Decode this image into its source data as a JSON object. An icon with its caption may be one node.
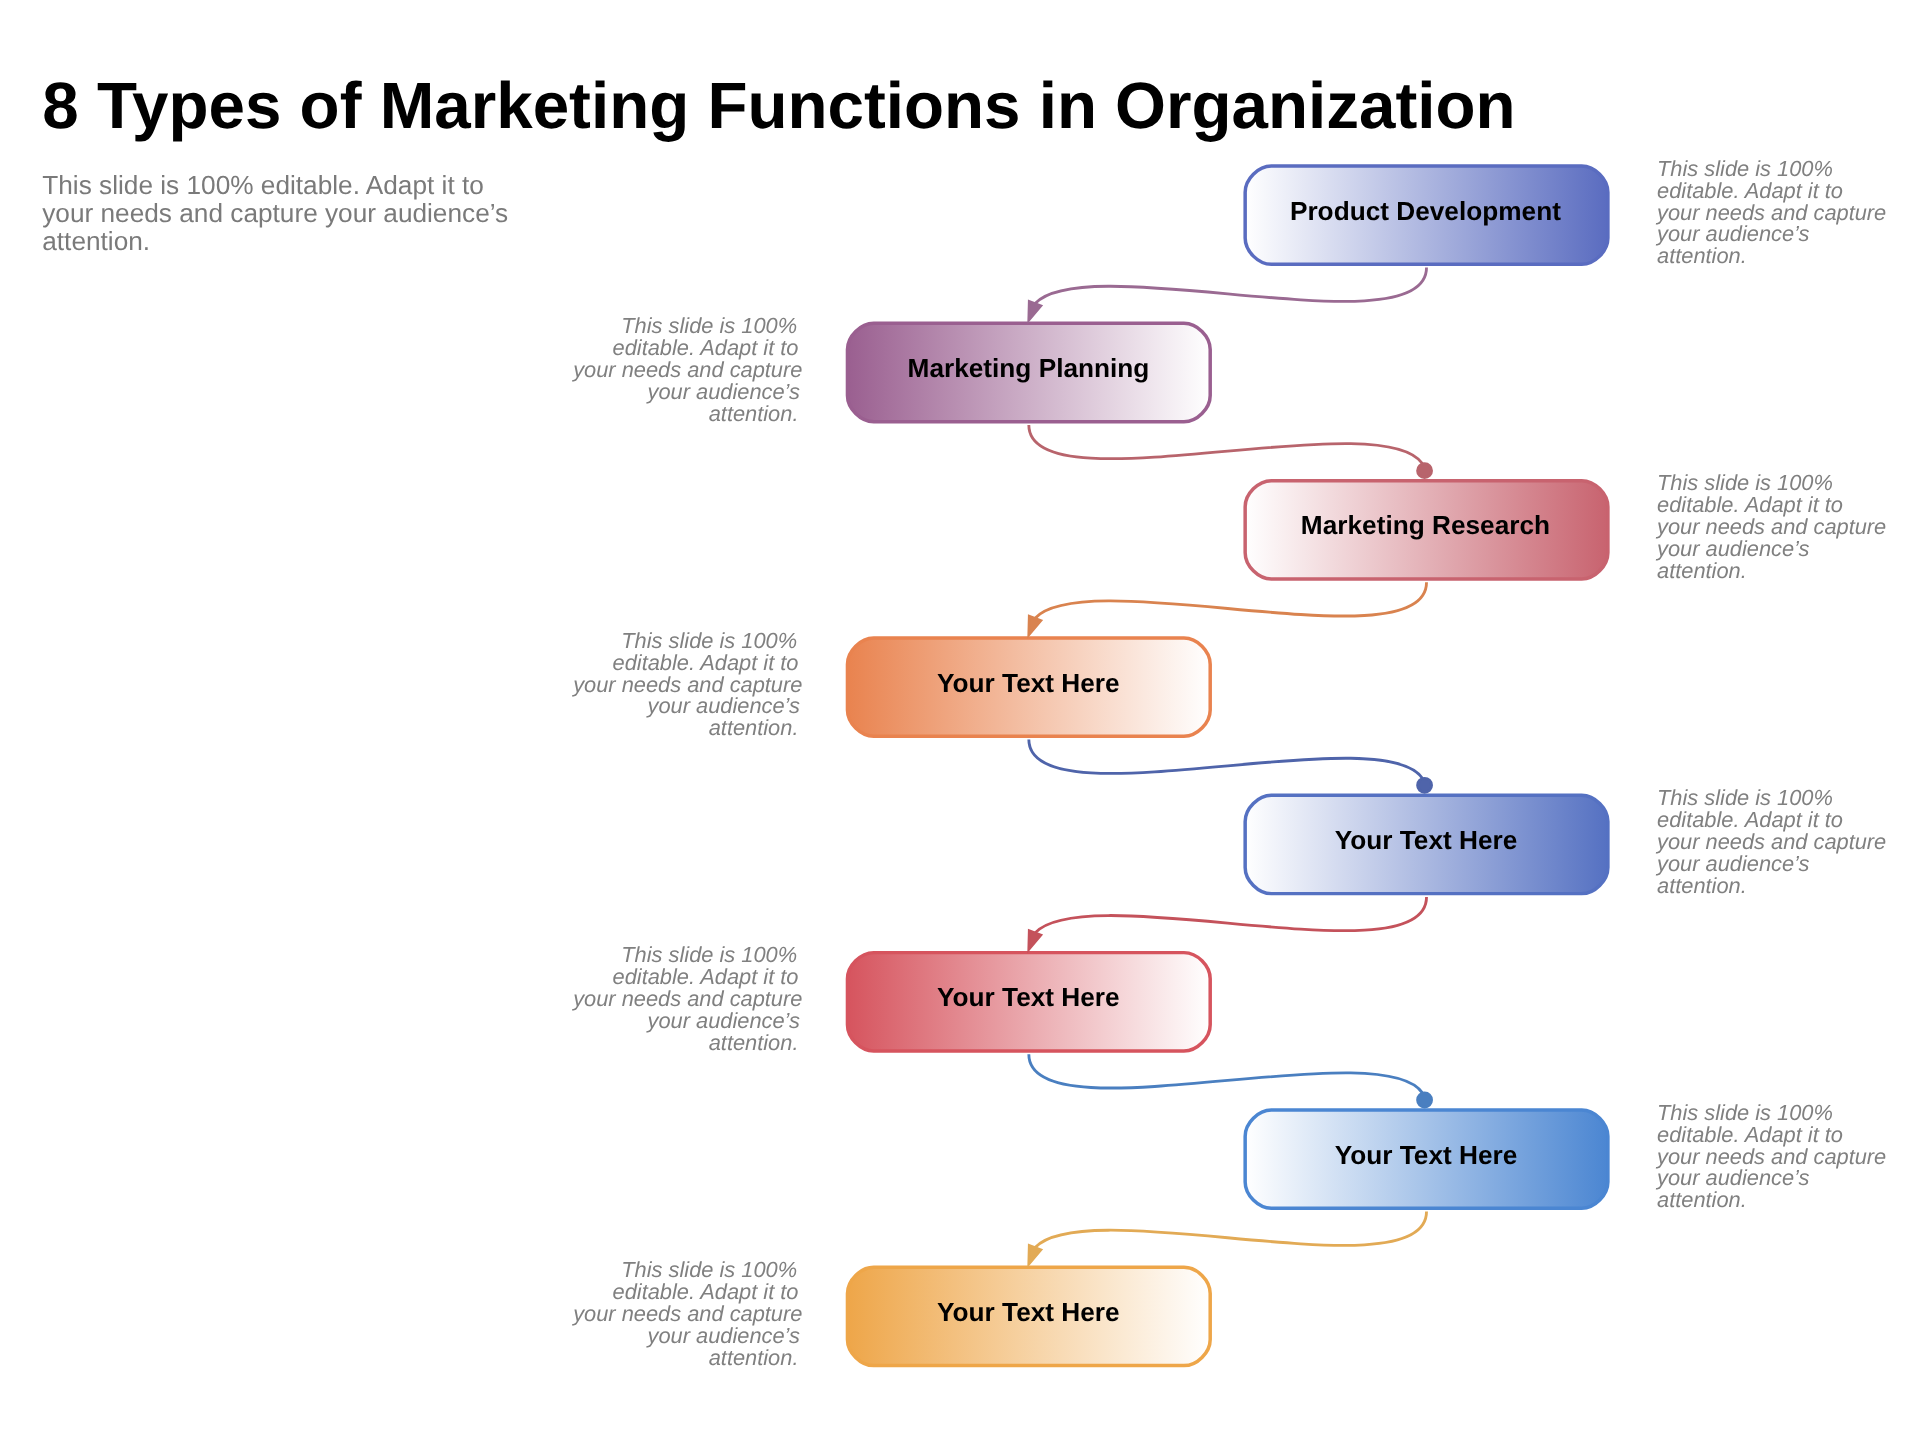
{
  "diagram": {
    "title": "8 Types of Marketing Functions in Organization",
    "nodes": [
      {
        "text": [
          "Product Development"
        ],
        "beside": [
          "This slide is 100% editable. Adapt it to your needs and capture your audience’s attention."
        ]
      },
      {
        "text": [
          "Marketing Planning"
        ],
        "beside": [
          "This slide is 100% editable. Adapt it to your needs and capture your audience’s attention."
        ]
      },
      {
        "text": [
          "Marketing Research"
        ],
        "beside": [
          "This slide is 100% editable. Adapt it to your needs and capture your audience’s attention."
        ]
      },
      {
        "text": [
          "Your Text Here"
        ],
        "beside": [
          "This slide is 100% editable. Adapt it to your needs and capture your audience’s attention."
        ]
      },
      {
        "text": [
          "Your Text Here"
        ],
        "beside": [
          "This slide is 100% editable. Adapt it to your needs and capture your audience’s attention."
        ]
      },
      {
        "text": [
          "Your Text Here"
        ],
        "beside": [
          "This slide is 100% editable. Adapt it to your needs and capture your audience’s attention."
        ]
      },
      {
        "text": [
          "Your Text Here"
        ],
        "beside": [
          "This slide is 100% editable. Adapt it to your needs and capture your audience’s attention."
        ]
      },
      {
        "text": [
          "Your Text Here"
        ],
        "beside": [
          "This slide is 100% editable. Adapt it to your needs and capture your audience’s attention."
        ]
      }
    ],
    "edges": [
      {
        "from": 0,
        "to": 1,
        "arrow": "to",
        "color": "#9a6a92"
      },
      {
        "from": 1,
        "to": 2,
        "arrow": "other",
        "color": "#b8646c"
      },
      {
        "from": 2,
        "to": 3,
        "arrow": "to",
        "color": "#d9834f"
      },
      {
        "from": 3,
        "to": 4,
        "arrow": "other",
        "color": "#4f64aa"
      },
      {
        "from": 4,
        "to": 5,
        "arrow": "to",
        "color": "#c4525b"
      },
      {
        "from": 5,
        "to": 6,
        "arrow": "other",
        "color": "#4a7fc0"
      },
      {
        "from": 6,
        "to": 7,
        "arrow": "to",
        "color": "#e2aa55"
      }
    ],
    "labels": [
      "This slide is 100% editable. Adapt it to your needs and capture your audience’s attention."
    ]
  }
}
